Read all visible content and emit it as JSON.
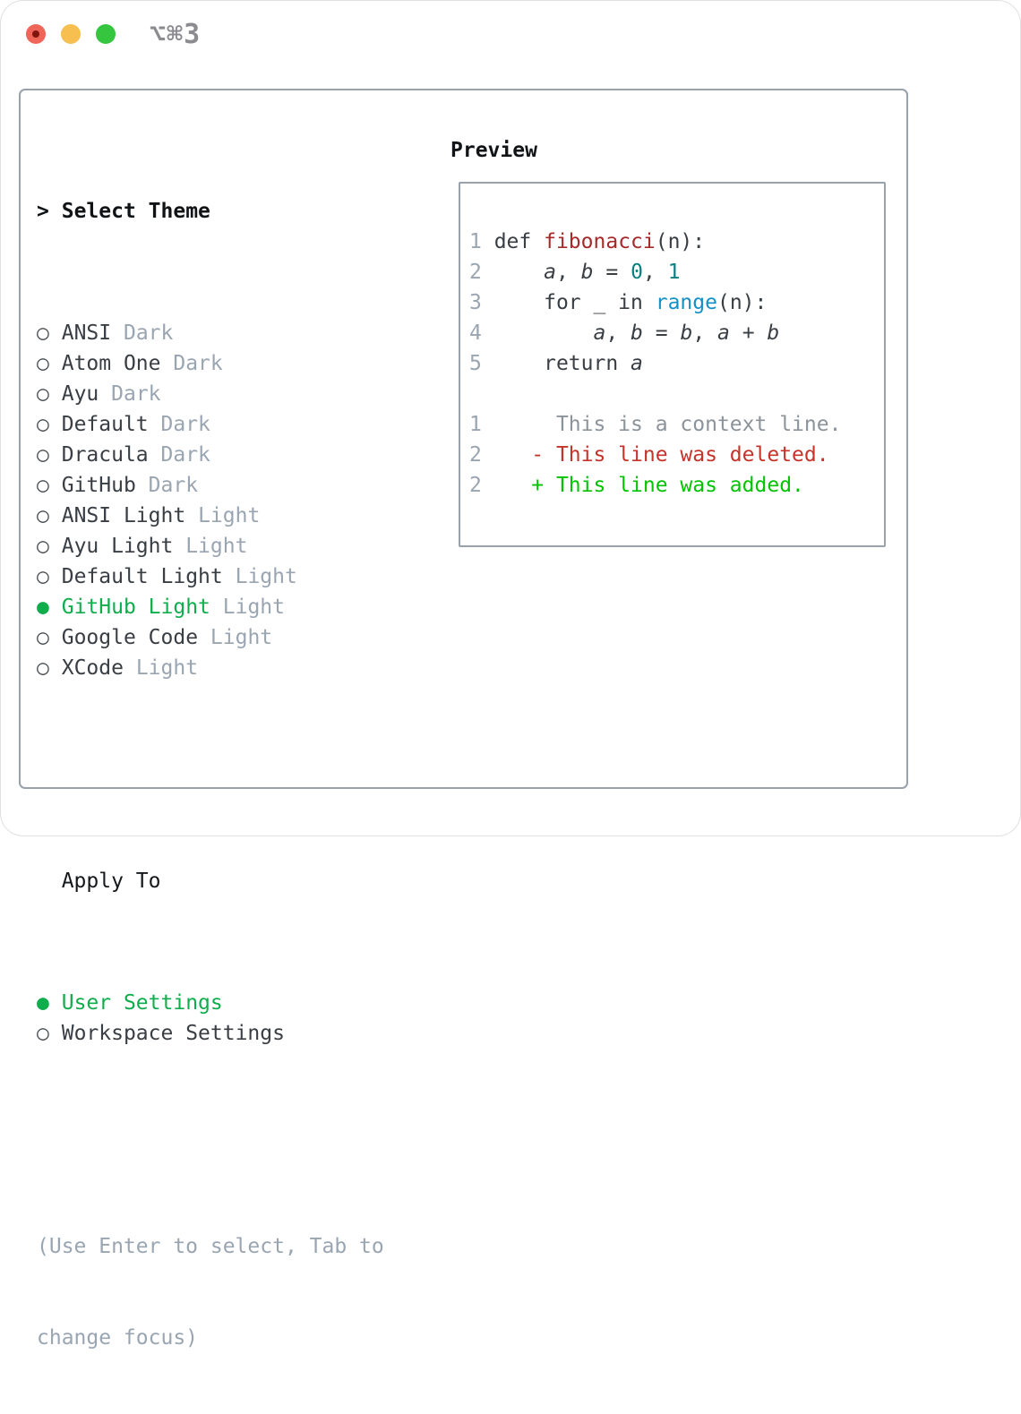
{
  "titlebar": {
    "title": "⌥⌘3"
  },
  "colors": {
    "selection_green": "#10ad4d",
    "panel_border": "#98a1ac",
    "tag_gray": "#9aa5b2",
    "diff_added": "#02c302",
    "diff_deleted": "#c5332a",
    "code_function": "#a72a2a",
    "code_number": "#0b7f80",
    "code_builtin": "#1590c6"
  },
  "theme_panel": {
    "header_prefix": ">",
    "header": "Select Theme",
    "items": [
      {
        "bullet": "○",
        "name": "ANSI",
        "tag": "Dark",
        "selected": false
      },
      {
        "bullet": "○",
        "name": "Atom One",
        "tag": "Dark",
        "selected": false
      },
      {
        "bullet": "○",
        "name": "Ayu",
        "tag": "Dark",
        "selected": false
      },
      {
        "bullet": "○",
        "name": "Default",
        "tag": "Dark",
        "selected": false
      },
      {
        "bullet": "○",
        "name": "Dracula",
        "tag": "Dark",
        "selected": false
      },
      {
        "bullet": "○",
        "name": "GitHub",
        "tag": "Dark",
        "selected": false
      },
      {
        "bullet": "○",
        "name": "ANSI Light",
        "tag": "Light",
        "selected": false
      },
      {
        "bullet": "○",
        "name": "Ayu Light",
        "tag": "Light",
        "selected": false
      },
      {
        "bullet": "○",
        "name": "Default Light",
        "tag": "Light",
        "selected": false
      },
      {
        "bullet": "●",
        "name": "GitHub Light",
        "tag": "Light",
        "selected": true
      },
      {
        "bullet": "○",
        "name": "Google Code",
        "tag": "Light",
        "selected": false
      },
      {
        "bullet": "○",
        "name": "XCode",
        "tag": "Light",
        "selected": false
      }
    ],
    "apply_header": "Apply To",
    "apply_options": [
      {
        "bullet": "●",
        "label": "User Settings",
        "selected": true
      },
      {
        "bullet": "○",
        "label": "Workspace Settings",
        "selected": false
      }
    ],
    "hint_line1": "(Use Enter to select, Tab to",
    "hint_line2": "change focus)"
  },
  "preview": {
    "title": "Preview",
    "lines": [
      [
        {
          "s": "ln",
          "t": "1"
        },
        {
          "s": "p",
          "t": " def "
        },
        {
          "s": "fn",
          "t": "fibonacci"
        },
        {
          "s": "p",
          "t": "(n):"
        }
      ],
      [
        {
          "s": "ln",
          "t": "2"
        },
        {
          "s": "p",
          "t": "     "
        },
        {
          "s": "v",
          "t": "a"
        },
        {
          "s": "p",
          "t": ", "
        },
        {
          "s": "v",
          "t": "b"
        },
        {
          "s": "p",
          "t": " = "
        },
        {
          "s": "num",
          "t": "0"
        },
        {
          "s": "p",
          "t": ", "
        },
        {
          "s": "num",
          "t": "1"
        }
      ],
      [
        {
          "s": "ln",
          "t": "3"
        },
        {
          "s": "p",
          "t": "     for _ in "
        },
        {
          "s": "bi",
          "t": "range"
        },
        {
          "s": "p",
          "t": "(n):"
        }
      ],
      [
        {
          "s": "ln",
          "t": "4"
        },
        {
          "s": "p",
          "t": "         "
        },
        {
          "s": "v",
          "t": "a"
        },
        {
          "s": "p",
          "t": ", "
        },
        {
          "s": "v",
          "t": "b"
        },
        {
          "s": "p",
          "t": " = "
        },
        {
          "s": "v",
          "t": "b"
        },
        {
          "s": "p",
          "t": ", "
        },
        {
          "s": "v",
          "t": "a"
        },
        {
          "s": "p",
          "t": " + "
        },
        {
          "s": "v",
          "t": "b"
        }
      ],
      [
        {
          "s": "ln",
          "t": "5"
        },
        {
          "s": "p",
          "t": "     return "
        },
        {
          "s": "v",
          "t": "a"
        }
      ],
      [],
      [
        {
          "s": "ln",
          "t": "1"
        },
        {
          "s": "ctx",
          "t": "      This is a context line."
        }
      ],
      [
        {
          "s": "ln",
          "t": "2"
        },
        {
          "s": "p",
          "t": "    "
        },
        {
          "s": "del",
          "t": "- This line was deleted."
        }
      ],
      [
        {
          "s": "ln",
          "t": "2"
        },
        {
          "s": "p",
          "t": "    "
        },
        {
          "s": "add",
          "t": "+ This line was added."
        }
      ]
    ]
  }
}
